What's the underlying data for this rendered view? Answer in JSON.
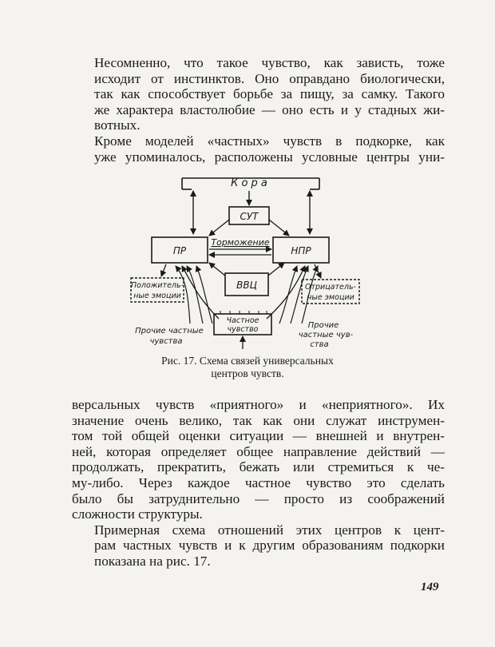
{
  "paragraphs_top": [
    "Несомненно, что такое чувство, как зависть, тоже",
    "исходит от инстинктов. Оно оправдано биологически,",
    "так как способствует борьбе за пищу, за самку. Такого",
    "же характера властолюбие — оно есть и у стадных жи-",
    "вотных.",
    "Кроме моделей «частных» чувств в подкорке, как",
    "уже упоминалось, расположены условные центры уни-"
  ],
  "figure": {
    "cortex": "К о р а",
    "sut": "СУТ",
    "inhibition": "Торможение",
    "pr": "ПР",
    "npr": "НПР",
    "vvc": "ВВЦ",
    "pos_emotions_1": "Положитель-",
    "pos_emotions_2": "ные эмоции",
    "neg_emotions_1": "Отрицатель-",
    "neg_emotions_2": "ные эмоции",
    "private_feeling_1": "Частное",
    "private_feeling_2": "чувство",
    "other_left_1": "Прочие частные",
    "other_left_2": "чувства",
    "other_right_1": "Прочие",
    "other_right_2": "частные чув-",
    "other_right_3": "ства"
  },
  "caption_line1": "Рис. 17. Схема связей универсальных",
  "caption_line2": "центров чувств.",
  "paragraphs_bottom": [
    "версальных чувств «приятного» и «неприятного». Их",
    "значение очень велико, так как они служат инструмен-",
    "том той общей оценки ситуации — внешней и внутрен-",
    "ней, которая определяет общее направление действий —",
    "продолжать, прекратить, бежать или стремиться к че-",
    "му-либо. Через каждое частное чувство это сделать",
    "было бы затруднительно — просто из соображений",
    "сложности структуры.",
    "Примерная схема отношений этих центров к цент-",
    "рам частных чувств и к другим образованиям подкорки",
    "показана на рис. 17."
  ],
  "page_number": "149"
}
